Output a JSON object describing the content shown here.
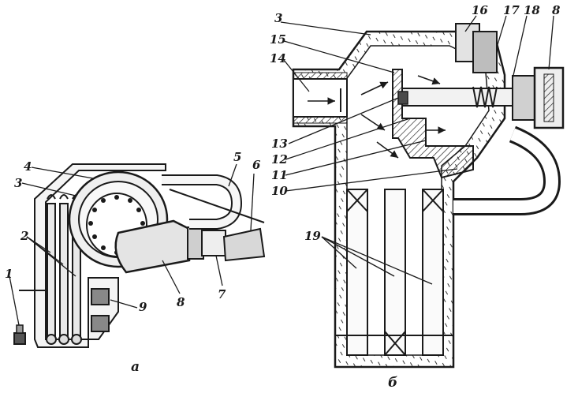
{
  "figure": {
    "left": {
      "caption": "а",
      "labels": [
        "1",
        "2",
        "3",
        "4",
        "5",
        "6",
        "7",
        "8",
        "9"
      ]
    },
    "right": {
      "caption": "б",
      "labels": [
        "3",
        "16",
        "17",
        "18",
        "8",
        "15",
        "14",
        "13",
        "12",
        "11",
        "10",
        "19"
      ]
    }
  },
  "colors": {
    "ink": "#1a1a1a",
    "fill_light": "#f2f2f2",
    "fill_mid": "#bdbdbd",
    "fill_dark": "#4a4a4a"
  }
}
